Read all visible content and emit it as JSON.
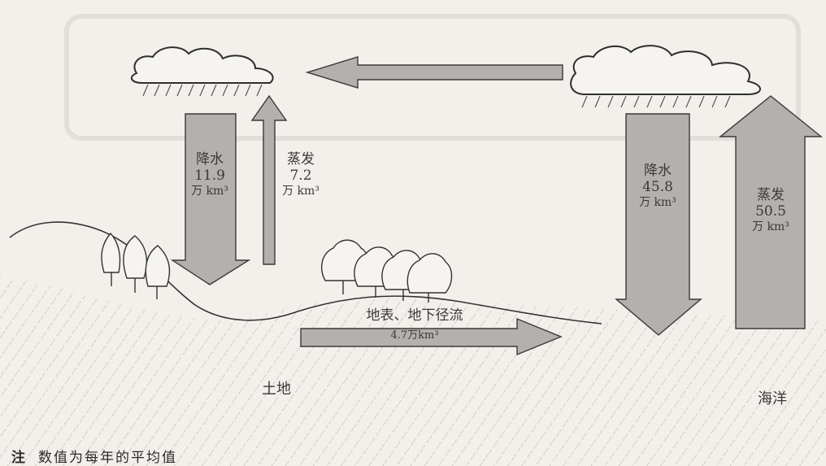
{
  "land": {
    "precipitation": {
      "label": "降水",
      "value": "11.9",
      "unit": "万 km³"
    },
    "evaporation": {
      "label": "蒸发",
      "value": "7.2",
      "unit": "万 km³"
    },
    "runoff": {
      "label": "地表、地下径流",
      "value": "4.7万km³"
    },
    "area_label": "土地"
  },
  "ocean": {
    "precipitation": {
      "label": "降水",
      "value": "45.8",
      "unit": "万 km³"
    },
    "evaporation": {
      "label": "蒸发",
      "value": "50.5",
      "unit": "万 km³"
    },
    "area_label": "海洋"
  },
  "note": {
    "prefix": "注",
    "text": "数值为每年的平均值"
  },
  "colors": {
    "arrow_fill": "#b3b0ad",
    "arrow_stroke": "#3a3a3a",
    "cloud_stroke": "#2e2e2e",
    "hatch": "#bdb9b4",
    "background": "#f3f0ec"
  }
}
